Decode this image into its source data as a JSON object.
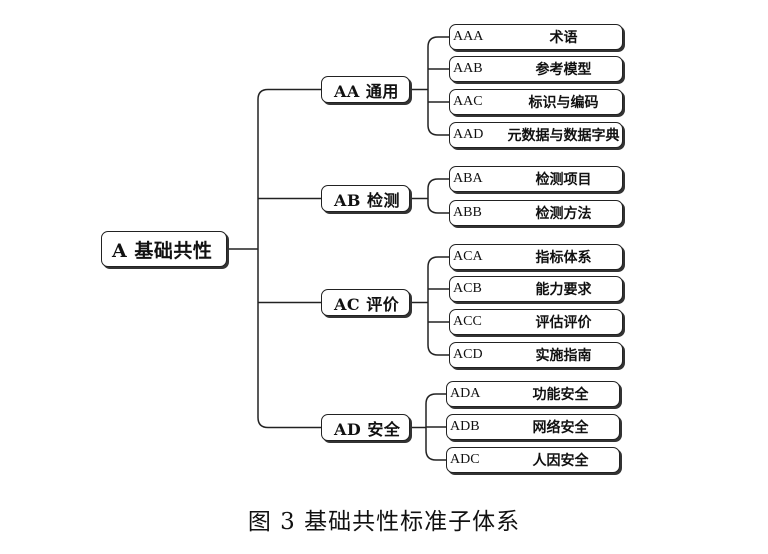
{
  "root": {
    "code": "A",
    "name": "基础共性"
  },
  "groups": [
    {
      "code": "AA",
      "name": "通用",
      "items": [
        {
          "code": "AAA",
          "name": "术语"
        },
        {
          "code": "AAB",
          "name": "参考模型"
        },
        {
          "code": "AAC",
          "name": "标识与编码"
        },
        {
          "code": "AAD",
          "name": "元数据与数据字典"
        }
      ]
    },
    {
      "code": "AB",
      "name": "检测",
      "items": [
        {
          "code": "ABA",
          "name": "检测项目"
        },
        {
          "code": "ABB",
          "name": "检测方法"
        }
      ]
    },
    {
      "code": "AC",
      "name": "评价",
      "items": [
        {
          "code": "ACA",
          "name": "指标体系"
        },
        {
          "code": "ACB",
          "name": "能力要求"
        },
        {
          "code": "ACC",
          "name": "评估评价"
        },
        {
          "code": "ACD",
          "name": "实施指南"
        }
      ]
    },
    {
      "code": "AD",
      "name": "安全",
      "items": [
        {
          "code": "ADA",
          "name": "功能安全"
        },
        {
          "code": "ADB",
          "name": "网络安全"
        },
        {
          "code": "ADC",
          "name": "人因安全"
        }
      ]
    }
  ],
  "caption": "图 3  基础共性标准子体系"
}
